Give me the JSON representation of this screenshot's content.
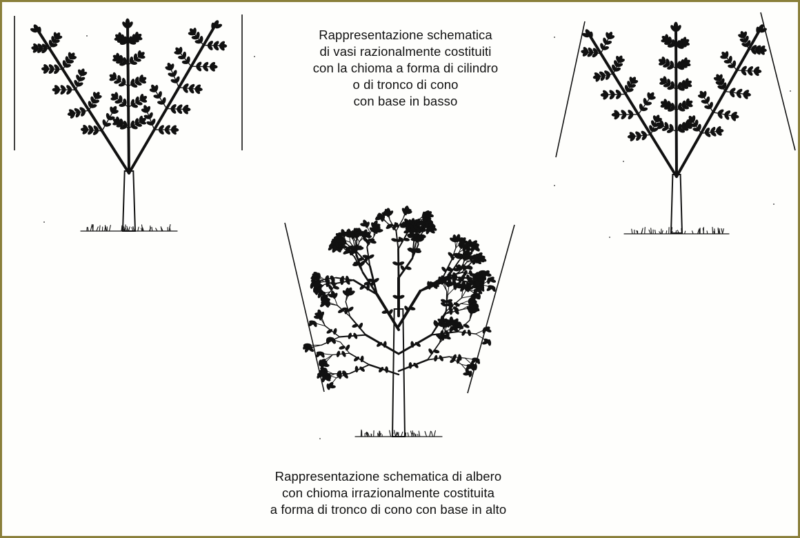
{
  "figure": {
    "caption_top": {
      "lines": [
        "Rappresentazione schematica",
        "di vasi razionalmente costituiti",
        "con la chioma a forma di cilindro",
        "o di tronco di cono",
        "con base in basso"
      ]
    },
    "caption_bottom": {
      "lines": [
        "Rappresentazione schematica di albero",
        "con chioma irrazionalmente costituita",
        "a forma di tronco di cono con base in alto"
      ]
    },
    "colors": {
      "frame": "#8a7f3a",
      "ink": "#111111",
      "paper": "#fefefc"
    },
    "icons": [
      "cylinder-vase-tree-icon",
      "cone-vase-tree-icon",
      "inverted-cone-tree-icon"
    ]
  }
}
